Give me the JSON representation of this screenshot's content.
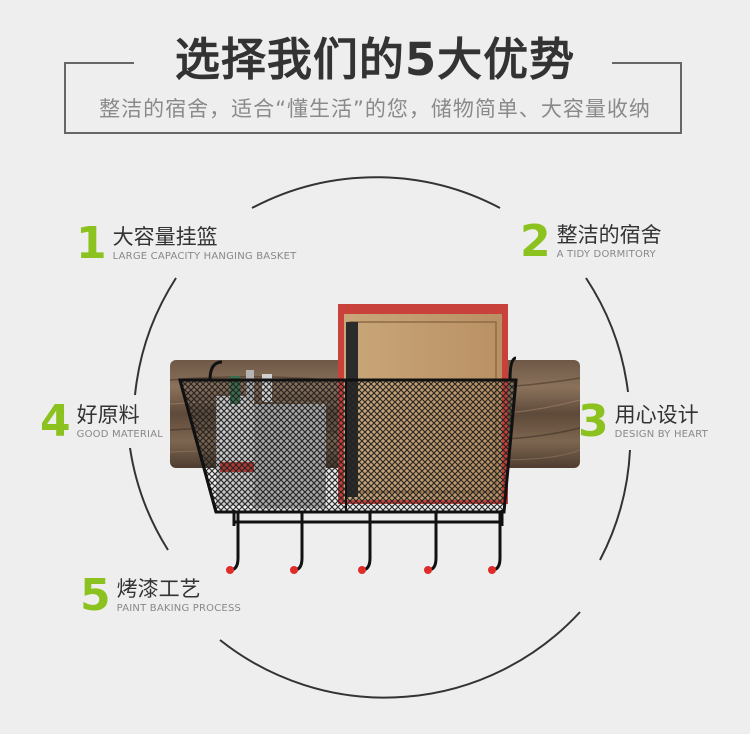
{
  "header": {
    "title": "选择我们的5大优势",
    "subtitle": "整洁的宿舍，适合“懂生活”的您，储物简单、大容量收纳"
  },
  "features": [
    {
      "number": "1",
      "title": "大容量挂篮",
      "subtitle": "LARGE CAPACITY HANGING BASKET"
    },
    {
      "number": "2",
      "title": "整洁的宿舍",
      "subtitle": "A TIDY DORMITORY"
    },
    {
      "number": "3",
      "title": "用心设计",
      "subtitle": "DESIGN BY HEART"
    },
    {
      "number": "4",
      "title": "好原料",
      "subtitle": "GOOD MATERIAL"
    },
    {
      "number": "5",
      "title": "烤漆工艺",
      "subtitle": "PAINT BAKING PROCESS"
    }
  ],
  "colors": {
    "accent_green": "#8cc21f",
    "ring": "#333333",
    "background": "#eeeeee"
  }
}
